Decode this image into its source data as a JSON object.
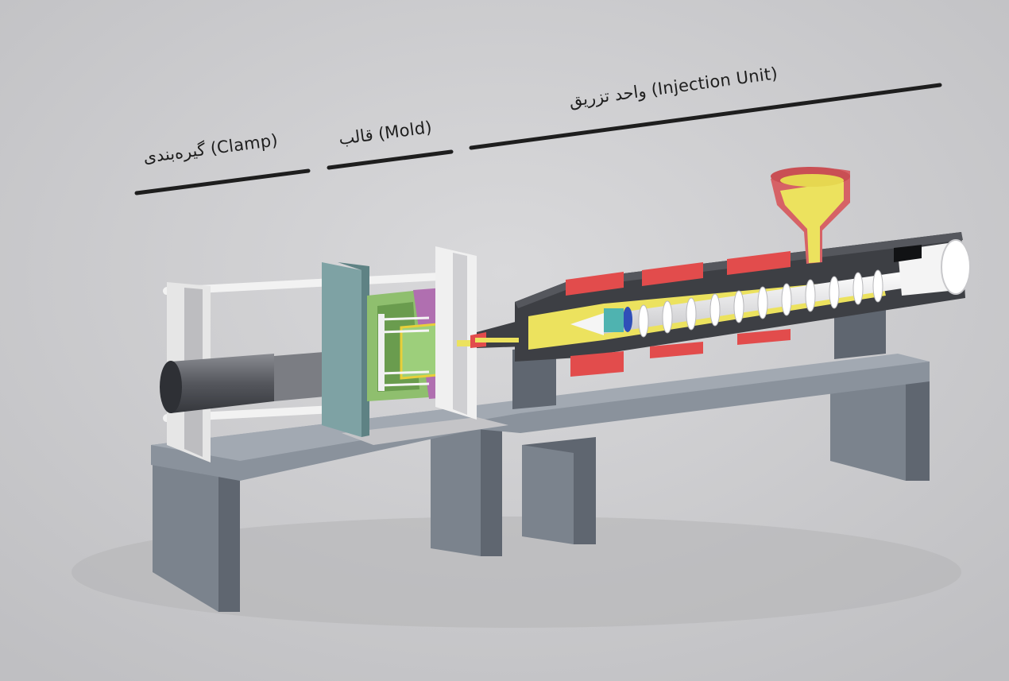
{
  "labels": {
    "clamp": "گیره‌بندی (Clamp)",
    "mold": "قالب (Mold)",
    "injection": "واحد تزریق (Injection Unit)"
  },
  "colors": {
    "background": "#cfcfd1",
    "frame": "#6f7680",
    "mold_teal": "#7ea2a4",
    "mold_green": "#8fbf6e",
    "mold_purple": "#b06fb0",
    "plastic_yellow": "#ece25e",
    "heater_red": "#e24c4c",
    "hopper_red": "#d66266",
    "barrel_dark": "#3d3f44",
    "screw_white": "#f2f2f2",
    "ram_dark": "#4a4c52"
  },
  "parts": [
    "clamp-unit",
    "mold",
    "injection-unit",
    "hopper",
    "barrel",
    "screw",
    "heater-bands",
    "machine-bed"
  ]
}
